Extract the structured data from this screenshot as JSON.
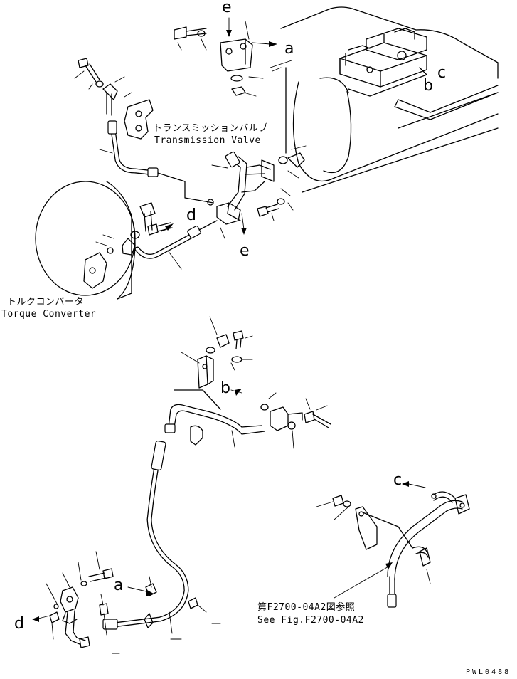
{
  "labels": {
    "transmission_valve_jp": "トランスミッションバルブ",
    "transmission_valve_en": "Transmission Valve",
    "torque_converter_jp": "トルクコンバータ",
    "torque_converter_en": "Torque Converter",
    "see_fig_jp": "第F2700-04A2図参照",
    "see_fig_en": "See Fig.F2700-04A2",
    "drawing_code": "PWL0488"
  },
  "letters": {
    "e_top": "e",
    "a_top": "a",
    "c_top": "c",
    "b_top": "b",
    "d_mid": "d",
    "e_mid": "e",
    "b_mid": "b",
    "c_right": "c",
    "a_low": "a",
    "d_low": "d"
  }
}
